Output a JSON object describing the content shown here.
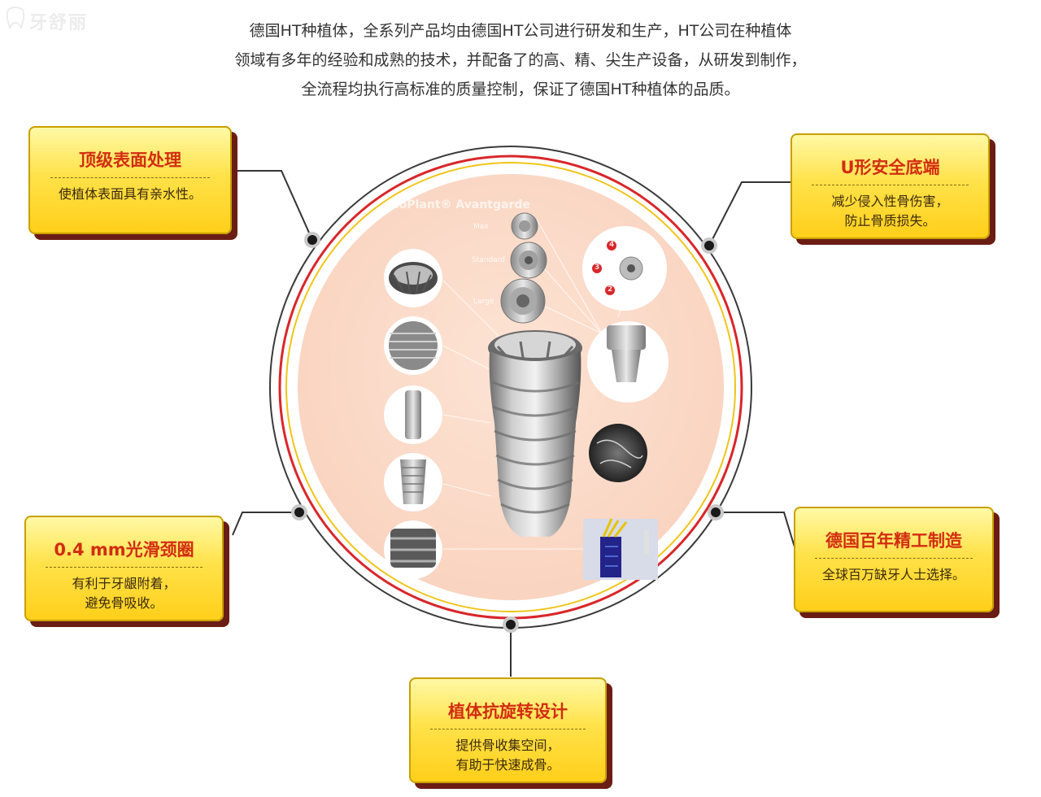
{
  "watermark": {
    "text": "牙舒丽"
  },
  "intro": {
    "lines": [
      "德国HT种植体，全系列产品均由德国HT公司进行研发和生产，HT公司在种植体",
      "领域有多年的经验和成熟的技术，并配备了的高、精、尖生产设备，从研发到制作，",
      "全流程均执行高标准的质量控制，保证了德国HT种植体的品质。"
    ]
  },
  "figure": {
    "brand": "...ioPlant® Avantgarde",
    "sizes": [
      "Max",
      "Standard",
      "Large"
    ],
    "markers": [
      "4",
      "3",
      "2"
    ]
  },
  "features": {
    "top_left": {
      "title": "顶级表面处理",
      "desc": [
        "使植体表面具有亲水性。"
      ]
    },
    "top_right": {
      "title": "U形安全底端",
      "desc": [
        "减少侵入性骨伤害，",
        "防止骨质损失。"
      ]
    },
    "mid_left": {
      "title": "0.4 mm光滑颈圈",
      "desc": [
        "有利于牙龈附着，",
        "避免骨吸收。"
      ]
    },
    "mid_right": {
      "title": "德国百年精工制造",
      "desc": [
        "全球百万缺牙人士选择。"
      ]
    },
    "bottom": {
      "title": "植体抗旋转设计",
      "desc": [
        "提供骨收集空间，",
        "有助于快速成骨。"
      ]
    }
  },
  "colors": {
    "title_red": "#d22d10",
    "card_yellow": "#ffd21f",
    "shadow": "#6a1d14",
    "disc": "#fcdccb",
    "ring_red": "#d9262a",
    "ring_yellow": "#f0c419"
  }
}
